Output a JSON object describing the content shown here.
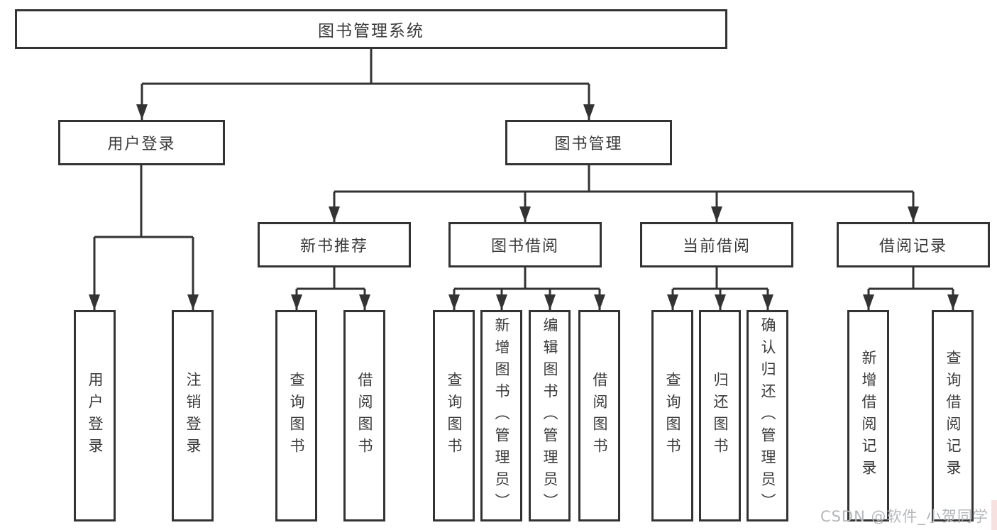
{
  "colors": {
    "line": "#333333",
    "box_border": "#333333",
    "box_fill": "#ffffff",
    "text": "#3a3a3a",
    "watermark_text": "#b3b6ba",
    "background": "#ffffff"
  },
  "tree": {
    "root": {
      "label": "图书管理系统"
    },
    "children": [
      {
        "label": "用户登录",
        "children": [
          {
            "label": "用户登录"
          },
          {
            "label": "注销登录"
          }
        ]
      },
      {
        "label": "图书管理",
        "children": [
          {
            "label": "新书推荐",
            "children": [
              {
                "label": "查询图书"
              },
              {
                "label": "借阅图书"
              }
            ]
          },
          {
            "label": "图书借阅",
            "children": [
              {
                "label": "查询图书"
              },
              {
                "label": "新增图书（管理员）"
              },
              {
                "label": "编辑图书（管理员）"
              },
              {
                "label": "借阅图书"
              }
            ]
          },
          {
            "label": "当前借阅",
            "children": [
              {
                "label": "查询图书"
              },
              {
                "label": "归还图书"
              },
              {
                "label": "确认归还（管理员）"
              }
            ]
          },
          {
            "label": "借阅记录",
            "children": [
              {
                "label": "新增借阅记录"
              },
              {
                "label": "查询借阅记录"
              }
            ]
          }
        ]
      }
    ]
  },
  "watermark": {
    "text": "CSDN @软件_小贺同学"
  }
}
